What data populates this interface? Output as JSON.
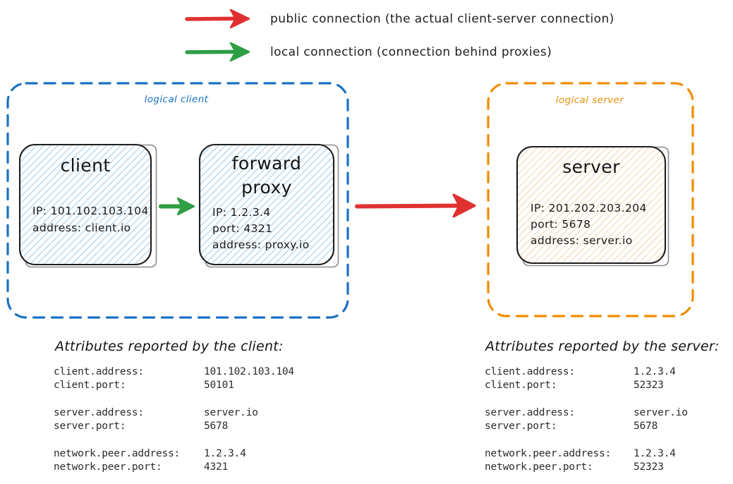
{
  "page": {
    "title": "Proxy connection attributes diagram",
    "background": "#ffffff"
  },
  "colors": {
    "public_connection": "#e03131",
    "local_connection": "#2f9e44",
    "logical_client_border": "#1971c2",
    "logical_server_border": "#f08c00",
    "client_box_fill": "#cfe4f5",
    "server_box_fill": "#f7dcc0",
    "box_stroke": "#1e1e1e",
    "text": "#1a1a1a"
  },
  "legend": {
    "items": [
      {
        "id": "public",
        "arrow_color": "#e03131",
        "label": "public connection (the actual client-server connection)"
      },
      {
        "id": "local",
        "arrow_color": "#2f9e44",
        "label": "local connection (connection behind proxies)"
      }
    ]
  },
  "groups": {
    "client": {
      "label": "logical client",
      "border_color": "#1971c2"
    },
    "server": {
      "label": "logical server",
      "border_color": "#f08c00"
    }
  },
  "nodes": {
    "client": {
      "title": "client",
      "lines": [
        "IP: 101.102.103.104",
        "address: client.io"
      ]
    },
    "forward_proxy": {
      "title_line1": "forward",
      "title_line2": "proxy",
      "lines": [
        "IP: 1.2.3.4",
        "port: 4321",
        "address: proxy.io"
      ]
    },
    "server": {
      "title": "server",
      "lines": [
        "IP: 201.202.203.204",
        "port: 5678",
        "address: server.io"
      ]
    }
  },
  "arrows": {
    "client_to_proxy": {
      "type": "local-connection-arrow",
      "color": "#2f9e44"
    },
    "proxy_to_server": {
      "type": "public-connection-arrow",
      "color": "#e03131"
    }
  },
  "tables": {
    "client": {
      "heading": "Attributes reported by the client:",
      "groups": [
        [
          {
            "key": "client.address:",
            "value": "101.102.103.104"
          },
          {
            "key": "client.port:",
            "value": "50101"
          }
        ],
        [
          {
            "key": "server.address:",
            "value": "server.io"
          },
          {
            "key": "server.port:",
            "value": "5678"
          }
        ],
        [
          {
            "key": "network.peer.address:",
            "value": "1.2.3.4"
          },
          {
            "key": "network.peer.port:",
            "value": "4321"
          }
        ]
      ]
    },
    "server": {
      "heading": "Attributes reported by the server:",
      "groups": [
        [
          {
            "key": "client.address:",
            "value": "1.2.3.4"
          },
          {
            "key": "client.port:",
            "value": "52323"
          }
        ],
        [
          {
            "key": "server.address:",
            "value": "server.io"
          },
          {
            "key": "server.port:",
            "value": "5678"
          }
        ],
        [
          {
            "key": "network.peer.address:",
            "value": "1.2.3.4"
          },
          {
            "key": "network.peer.port:",
            "value": "52323"
          }
        ]
      ]
    }
  }
}
